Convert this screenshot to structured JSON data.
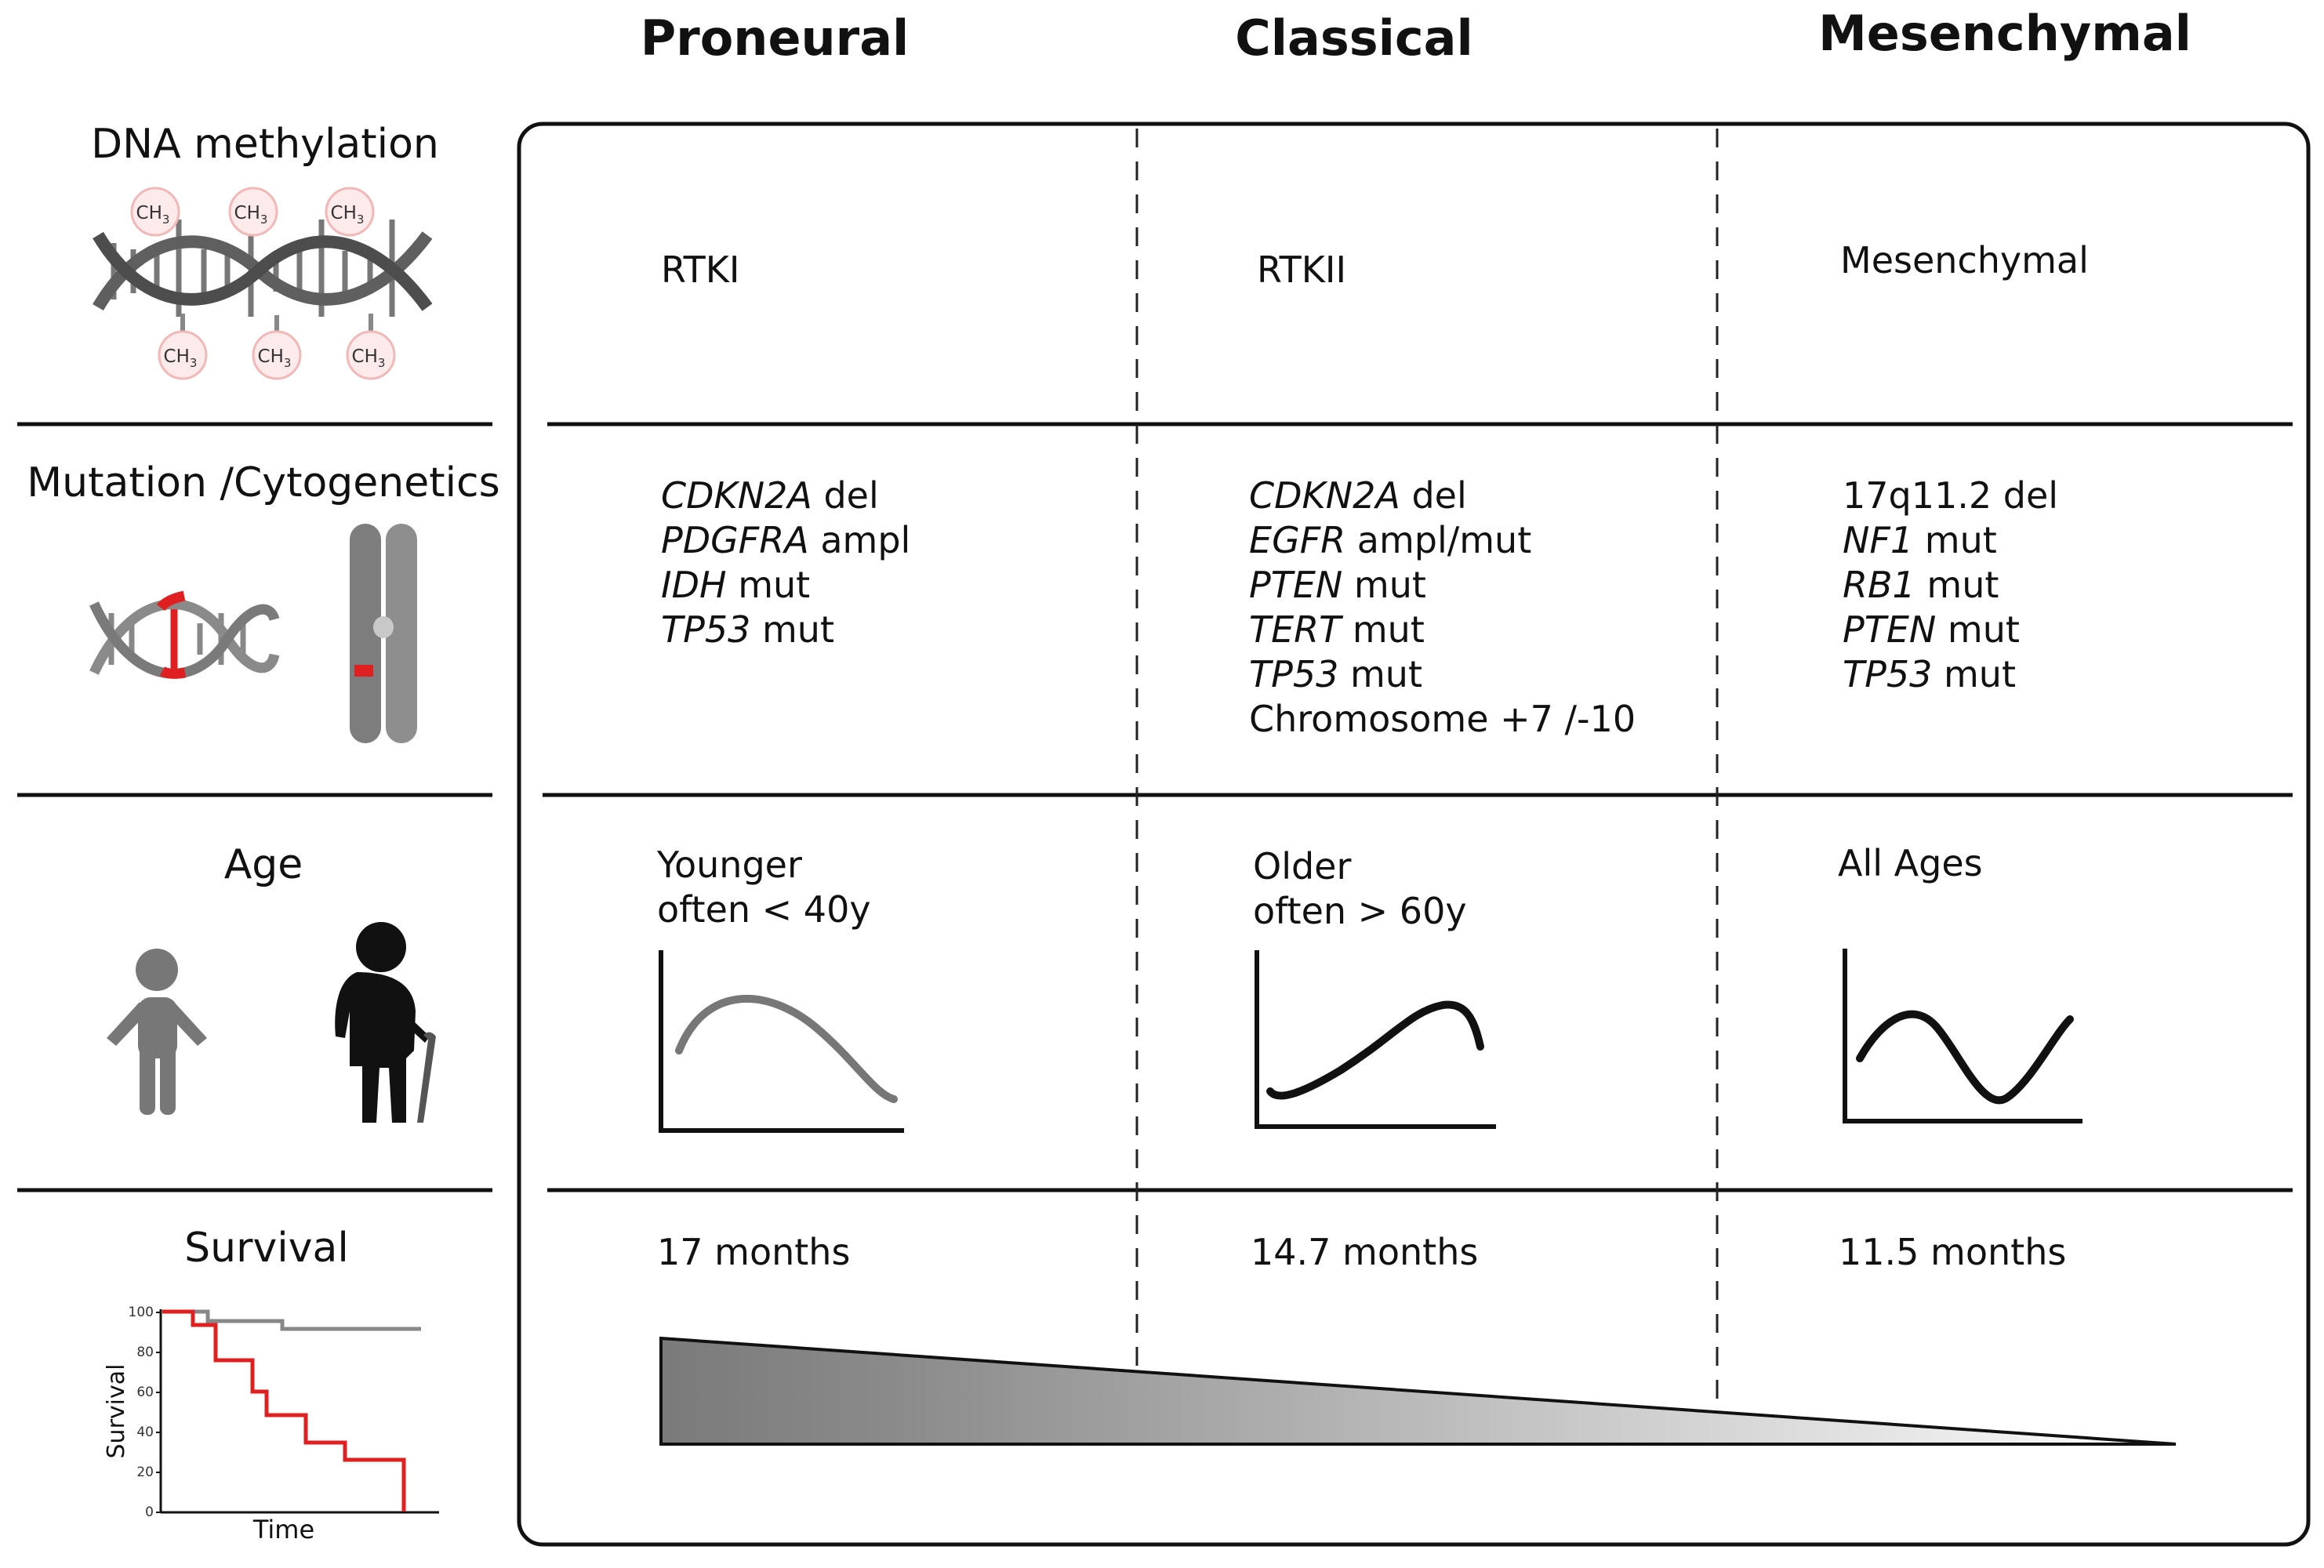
{
  "columns": [
    {
      "title": "Proneural"
    },
    {
      "title": "Classical"
    },
    {
      "title": "Mesenchymal"
    }
  ],
  "rows": {
    "methylation": "DNA methylation",
    "mutation": "Mutation /Cytogenetics",
    "age": "Age",
    "survival": "Survival"
  },
  "methylation_icon": {
    "group": "CH",
    "subscript": "3"
  },
  "methylation_values": [
    "RTKI",
    "RTKII",
    "Mesenchymal"
  ],
  "mutations": {
    "proneural": [
      {
        "gene": "CDKN2A",
        "rest": " del"
      },
      {
        "gene": "PDGFRA",
        "rest": " ampl"
      },
      {
        "gene": "IDH",
        "rest": " mut"
      },
      {
        "gene": "TP53",
        "rest": " mut"
      }
    ],
    "classical": [
      {
        "gene": "CDKN2A",
        "rest": " del"
      },
      {
        "gene": "EGFR",
        "rest": " ampl/mut"
      },
      {
        "gene": "PTEN",
        "rest": " mut"
      },
      {
        "gene": "TERT",
        "rest": " mut"
      },
      {
        "gene": "TP53",
        "rest": " mut"
      },
      {
        "gene": "",
        "rest": "Chromosome +7 /-10"
      }
    ],
    "mesenchymal": [
      {
        "gene": "",
        "rest": "17q11.2 del"
      },
      {
        "gene": "NF1",
        "rest": " mut"
      },
      {
        "gene": "RB1",
        "rest": " mut"
      },
      {
        "gene": "PTEN",
        "rest": " mut"
      },
      {
        "gene": "TP53",
        "rest": " mut"
      }
    ]
  },
  "age": {
    "proneural": {
      "line1": "Younger",
      "line2": "often < 40y"
    },
    "classical": {
      "line1": "Older",
      "line2": "often > 60y"
    },
    "mesenchymal": {
      "line1": "All Ages",
      "line2": ""
    }
  },
  "survival_values": [
    "17 months",
    "14.7 months",
    "11.5 months"
  ],
  "survival_chart": {
    "ylabel": "Survival",
    "xlabel": "Time",
    "yticks": [
      "100",
      "80",
      "60",
      "40",
      "20",
      "0"
    ]
  },
  "colors": {
    "border": "#111111",
    "curve_gray": "#777777",
    "dna_gray": "#6b6b6b",
    "highlight_red": "#e02020",
    "methyl_circle": "#f2b8b8",
    "gradient_dark": "#7a7a7a",
    "gradient_light": "#ffffff"
  }
}
